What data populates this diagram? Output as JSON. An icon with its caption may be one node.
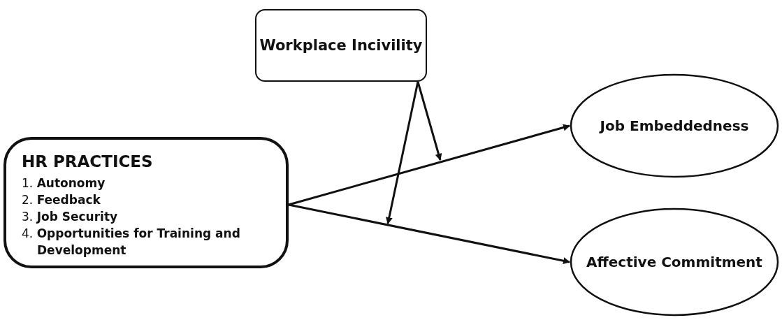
{
  "diagram": {
    "nodes": [
      {
        "text": [
          "Workplace Incivility"
        ]
      },
      {
        "text": [
          "HR PRACTICES",
          "1. **Autonomy**",
          "2. **Feedback**",
          "3. **Job Security**",
          "4. **Opportunities for Training and Development**"
        ]
      },
      {
        "text": [
          "Job Embeddedness"
        ]
      },
      {
        "text": [
          "Affective Commitment"
        ]
      }
    ],
    "edges": [
      {
        "from": 1,
        "to": 2,
        "arrow": "to"
      },
      {
        "from": 1,
        "to": 3,
        "arrow": "to"
      },
      {
        "from": 0,
        "to": null,
        "arrow": "to"
      },
      {
        "from": 0,
        "to": null,
        "arrow": "to"
      }
    ]
  }
}
